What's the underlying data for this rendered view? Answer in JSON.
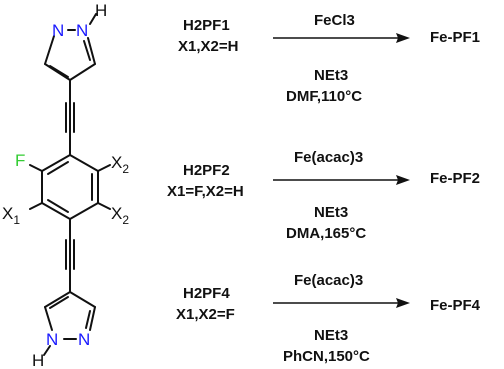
{
  "structure": {
    "top_pyrazole": {
      "n_left": "N",
      "n_right": "N",
      "h": "H"
    },
    "bottom_pyrazole": {
      "n_left": "N",
      "n_right": "N",
      "h": "H"
    },
    "substituents": {
      "fluorine": "F",
      "x2_upper": "X",
      "x2_upper_sub": "2",
      "x1_left": "X",
      "x1_left_sub": "1",
      "x2_lower": "X",
      "x2_lower_sub": "2"
    }
  },
  "reactions": [
    {
      "reactant": "H2PF1",
      "reactant_sub": "",
      "condition": "X1,X2=H",
      "reagent": "FeCl3",
      "base": "NEt3",
      "solvent_temp": "DMF,110°C",
      "product": "Fe-PF1"
    },
    {
      "reactant": "H2PF2",
      "condition": "X1=F,X2=H",
      "reagent": "Fe(acac)3",
      "base": "NEt3",
      "solvent_temp": "DMA,165°C",
      "product": "Fe-PF2"
    },
    {
      "reactant": "H2PF4",
      "condition": "X1,X2=F",
      "reagent": "Fe(acac)3",
      "base": "NEt3",
      "solvent_temp": "PhCN,150°C",
      "product": "Fe-PF4"
    }
  ],
  "colors": {
    "nitrogen": "#1a1aff",
    "fluorine": "#33cc33",
    "ink": "#111111"
  }
}
